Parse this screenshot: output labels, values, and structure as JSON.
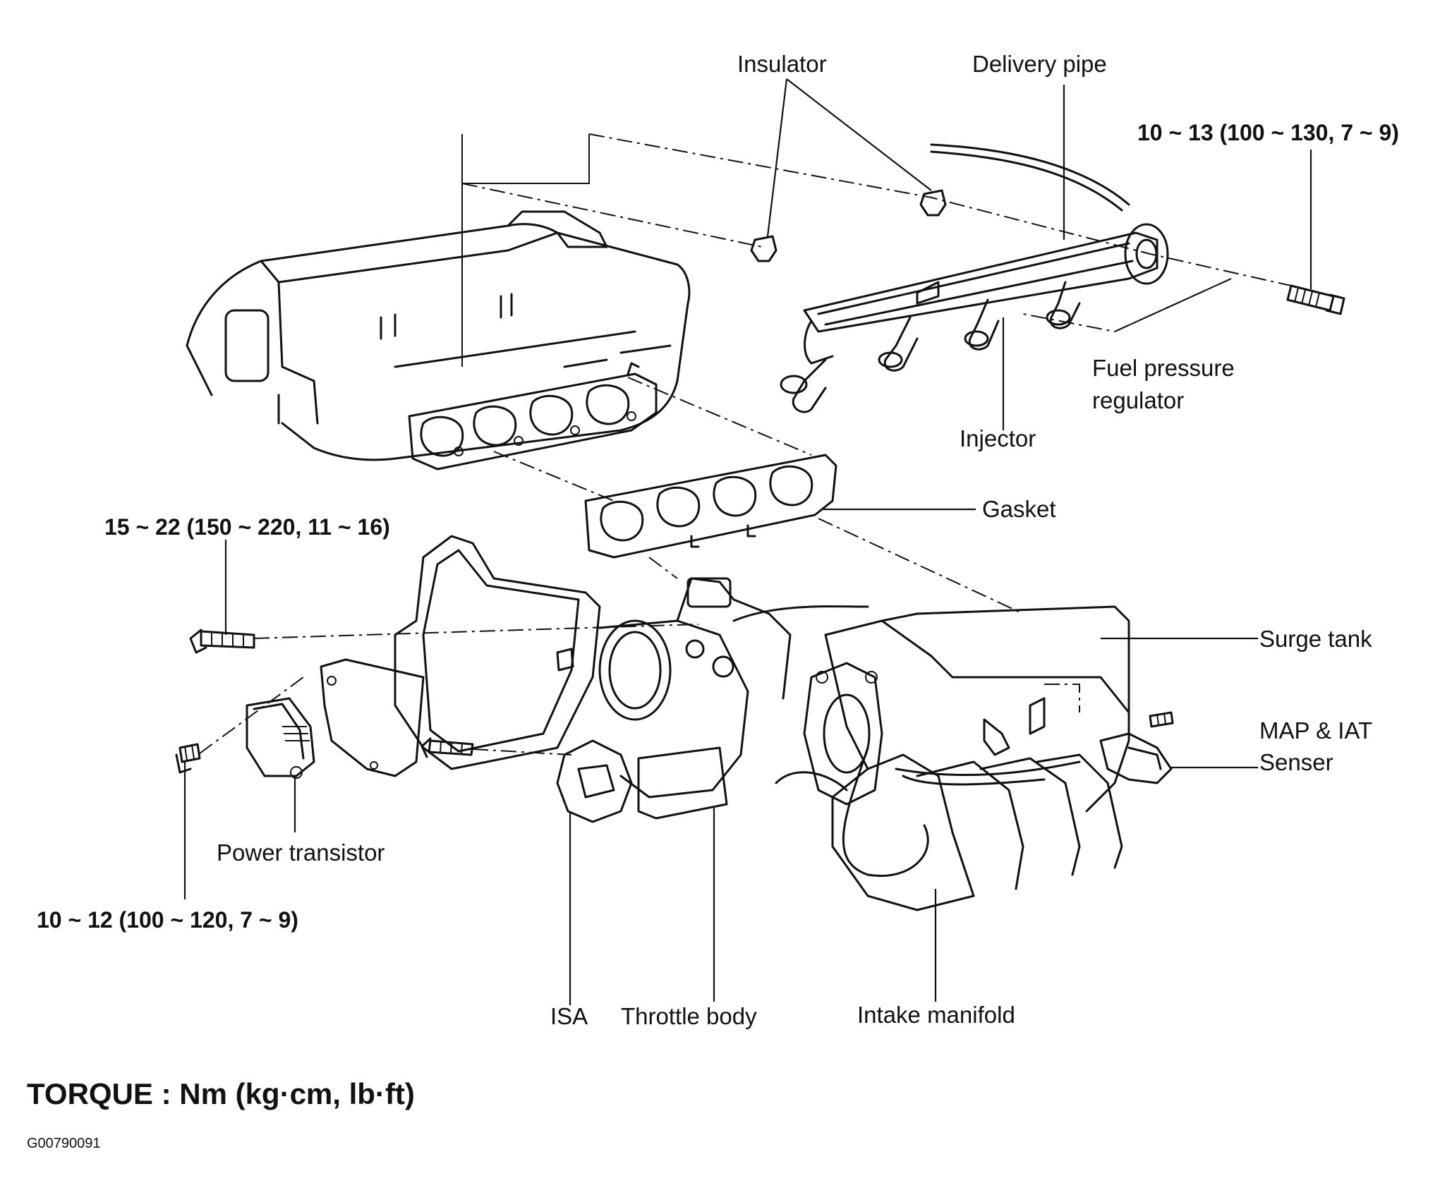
{
  "labels": {
    "insulator": "Insulator",
    "delivery_pipe": "Delivery pipe",
    "torque_delivery": "10 ~ 13 (100 ~ 130, 7 ~ 9)",
    "fuel_pressure_regulator_line1": "Fuel pressure",
    "fuel_pressure_regulator_line2": "regulator",
    "injector": "Injector",
    "gasket": "Gasket",
    "torque_throttle": "15 ~ 22 (150 ~ 220, 11 ~ 16)",
    "surge_tank": "Surge tank",
    "map_iat_line1": "MAP & IAT",
    "map_iat_line2": "Senser",
    "power_transistor": "Power transistor",
    "torque_transistor": "10 ~ 12 (100 ~ 120, 7 ~ 9)",
    "isa": "ISA",
    "throttle_body": "Throttle body",
    "intake_manifold": "Intake manifold"
  },
  "footer": {
    "torque_units": "TORQUE : Nm (kg·cm, lb·ft)",
    "figure_code": "G00790091"
  },
  "colors": {
    "ink": "#111111",
    "background": "#ffffff"
  }
}
